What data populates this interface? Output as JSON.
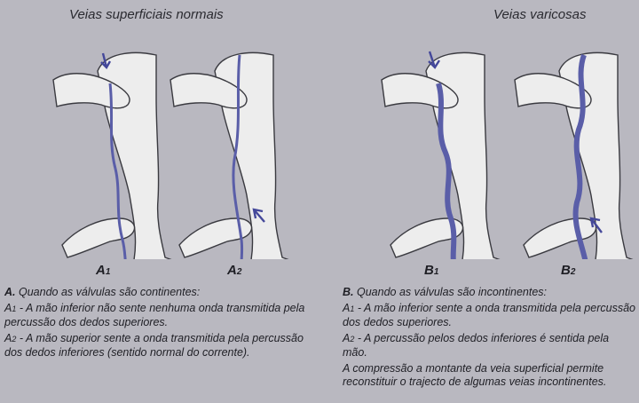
{
  "headings": {
    "left": "Veias superficiais normais",
    "right": "Veias varicosas"
  },
  "panels": [
    {
      "letter": "A",
      "sub": "1"
    },
    {
      "letter": "A",
      "sub": "2"
    },
    {
      "letter": "B",
      "sub": "1"
    },
    {
      "letter": "B",
      "sub": "2"
    }
  ],
  "caption_a": {
    "marker": "A.",
    "title": "Quando as válvulas são continentes:",
    "item1_marker": "A",
    "item1_sub": "1",
    "item1_text": "- A mão inferior não sente nenhuma onda transmitida pela percussão dos dedos superiores.",
    "item2_marker": "A",
    "item2_sub": "2",
    "item2_text": "- A mão superior sente a onda transmitida pela percussão dos dedos inferiores (sentido normal do corrente)."
  },
  "caption_b": {
    "marker": "B.",
    "title": "Quando as válvulas são incontinentes:",
    "item1_marker": "A",
    "item1_sub": "1",
    "item1_text": "- A mão inferior sente a onda transmitida pela percussão dos dedos superiores.",
    "item2_marker": "A",
    "item2_sub": "2",
    "item2_text": "- A percussão pelos dedos inferiores é sentida pela mão.",
    "item3_text": "A compressão a montante da veia superficial permite reconstituir o trajecto de algumas veias incontinentes."
  },
  "colors": {
    "background": "#b9b8c0",
    "skin": "#ededed",
    "outline": "#3a3a40",
    "vein": "#5a5ea8"
  }
}
